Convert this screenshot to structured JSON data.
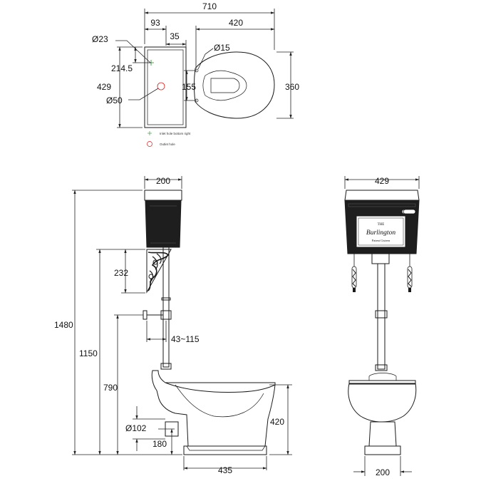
{
  "top_view": {
    "overall_width": "710",
    "cistern_offset": "93",
    "cistern_inner": "35",
    "pan_length": "420",
    "inlet_diameter": "Ø23",
    "bolt_diameter": "Ø15",
    "inlet_depth": "214.5",
    "cistern_width": "429",
    "bolt_spacing": "155",
    "outlet_diameter": "Ø50",
    "pan_width": "360",
    "legend_inlet": "Inlet hole bottom right",
    "legend_outlet": "Outlet hole",
    "inlet_marker_color": "#2e8b2e",
    "outlet_marker_color": "#d62020"
  },
  "side_view": {
    "cistern_depth": "200",
    "bracket_height": "232",
    "overall_height": "1480",
    "cistern_bottom_height": "1150",
    "flush_pipe_offset": "43~115",
    "bracket_mount_height": "790",
    "outlet_diameter": "Ø102",
    "outlet_height": "180",
    "pan_height": "420",
    "pedestal_depth": "435"
  },
  "front_view": {
    "cistern_width": "429",
    "pedestal_width": "200",
    "plaque_line1": "THE",
    "plaque_line2": "Burlington",
    "plaque_line3": "Patent Cistern"
  }
}
